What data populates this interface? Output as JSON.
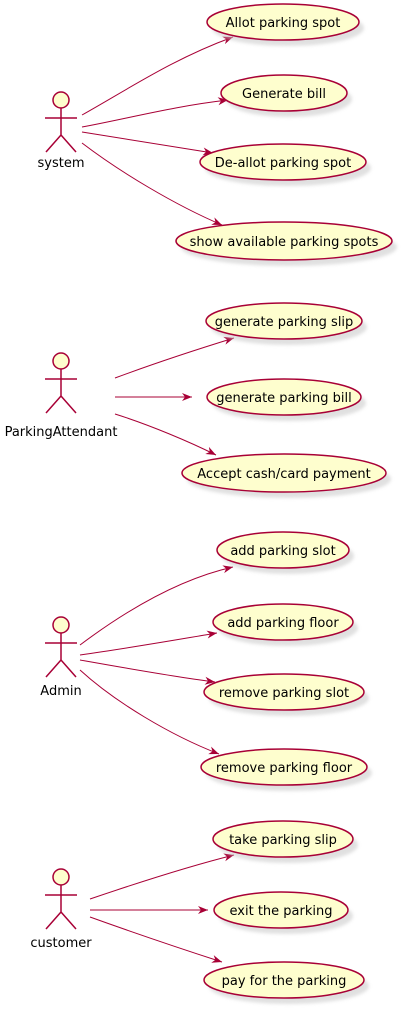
{
  "colors": {
    "stroke": "#a80036",
    "fill": "#fefece",
    "shadow": "#c8c8c8"
  },
  "actors": [
    {
      "name": "system",
      "use_cases": [
        "Allot parking spot",
        "Generate bill",
        "De-allot parking spot",
        "show available parking spots"
      ]
    },
    {
      "name": "ParkingAttendant",
      "use_cases": [
        "generate parking slip",
        "generate parking bill",
        "Accept cash/card payment"
      ]
    },
    {
      "name": "Admin",
      "use_cases": [
        "add parking slot",
        "add parking floor",
        "remove parking slot",
        "remove parking floor"
      ]
    },
    {
      "name": "customer",
      "use_cases": [
        "take parking slip",
        "exit the parking",
        "pay for the parking"
      ]
    }
  ]
}
